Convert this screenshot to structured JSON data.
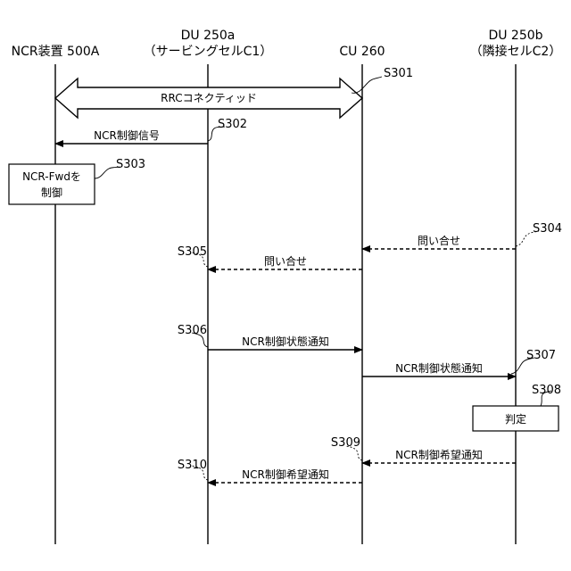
{
  "entities": [
    {
      "label": "NCR装置 500A",
      "sub": ""
    },
    {
      "label": "DU 250a",
      "sub": "（サービングセルC1）"
    },
    {
      "label": "CU 260",
      "sub": ""
    },
    {
      "label": "DU 250b",
      "sub": "（隣接セルC2）"
    }
  ],
  "rrc": {
    "label": "RRCコネクティッド",
    "step": "S301"
  },
  "messages": [
    {
      "step": "S302",
      "label": "NCR制御信号"
    },
    {
      "step": "S304",
      "label": "問い合せ"
    },
    {
      "step": "S305",
      "label": "問い合せ"
    },
    {
      "step": "S306",
      "label": "NCR制御状態通知"
    },
    {
      "step": "S307",
      "label": "NCR制御状態通知"
    },
    {
      "step": "S309",
      "label": "NCR制御希望通知"
    },
    {
      "step": "S310",
      "label": "NCR制御希望通知"
    }
  ],
  "boxes": [
    {
      "step": "S303",
      "lines": [
        "NCR-Fwdを",
        "制御"
      ]
    },
    {
      "step": "S308",
      "lines": [
        "判定"
      ]
    }
  ]
}
